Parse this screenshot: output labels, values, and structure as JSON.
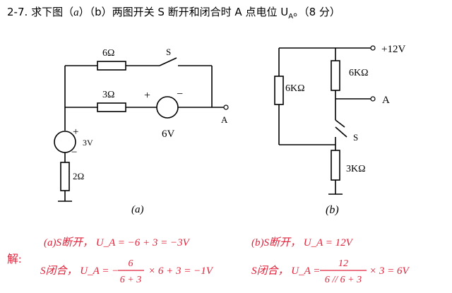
{
  "question": {
    "number": "2-7.",
    "text_before": "求下图（",
    "a": "a",
    "mid": "）（b）两图开关 S 断开和闭合时 A 点电位 U",
    "sub": "A",
    "points": "。（8 分）"
  },
  "circuit_a": {
    "r_top": "6Ω",
    "switch": "S",
    "r_mid": "3Ω",
    "src_plus": "+",
    "src_minus": "−",
    "src_value": "6V",
    "node": "A",
    "src2_plus": "+",
    "src2_minus": "−",
    "src2_value": "3V",
    "r_bottom": "2Ω",
    "caption": "(a)"
  },
  "circuit_b": {
    "supply": "+12V",
    "r_left": "6KΩ",
    "r_right": "6KΩ",
    "node": "A",
    "switch": "S",
    "r_bottom": "3KΩ",
    "caption": "(b)"
  },
  "solution": {
    "label": "解:",
    "a_open": "(a)S断开，  U_A = −6 + 3 = −3V",
    "a_closed_prefix": "S闭合，  U_A = −",
    "a_closed_num": "6",
    "a_closed_den": "6 + 3",
    "a_closed_suffix": "× 6 + 3 = −1V",
    "b_open": "(b)S断开，  U_A = 12V",
    "b_closed_prefix": "S闭合，  U_A =",
    "b_closed_num": "12",
    "b_closed_den": "6 // 6 + 3",
    "b_closed_suffix": "× 3 = 6V"
  },
  "colors": {
    "answer": "#e0223a",
    "line": "#000000"
  }
}
